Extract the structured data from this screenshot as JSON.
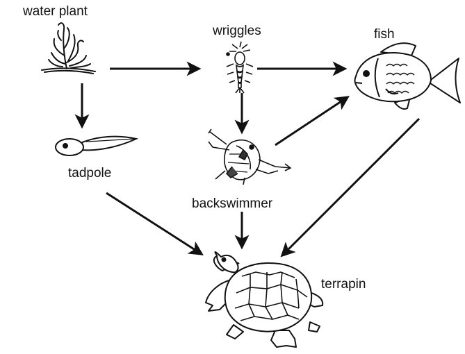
{
  "organisms": {
    "water_plant": "water plant",
    "wriggles": "wriggles",
    "fish": "fish",
    "tadpole": "tadpole",
    "backswimmer": "backswimmer",
    "terrapin": "terrapin"
  },
  "links": [
    {
      "from": "water plant",
      "to": "wriggles"
    },
    {
      "from": "water plant",
      "to": "tadpole"
    },
    {
      "from": "wriggles",
      "to": "fish"
    },
    {
      "from": "wriggles",
      "to": "backswimmer"
    },
    {
      "from": "backswimmer",
      "to": "fish"
    },
    {
      "from": "backswimmer",
      "to": "terrapin"
    },
    {
      "from": "tadpole",
      "to": "terrapin"
    },
    {
      "from": "fish",
      "to": "terrapin"
    }
  ],
  "colors": {
    "ink": "#111111",
    "background": "#ffffff"
  }
}
